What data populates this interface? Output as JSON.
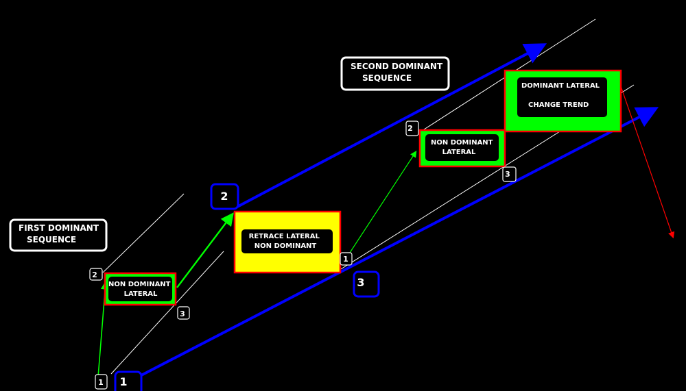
{
  "colors": {
    "background": "#000000",
    "blue": "#0000ff",
    "green": "#00ff00",
    "red": "#ff0000",
    "yellow": "#ffff00",
    "white": "#ffffff"
  },
  "sequences": {
    "first": [
      "FIRST DOMINANT",
      "SEQUENCE"
    ],
    "second": [
      "SECOND DOMINANT",
      "SEQUENCE"
    ]
  },
  "boxes": {
    "non_dominant_1": [
      "NON DOMINANT",
      "LATERAL"
    ],
    "retrace": [
      "RETRACE LATERAL",
      "NON DOMINANT"
    ],
    "non_dominant_2": [
      "NON DOMINANT",
      "LATERAL"
    ],
    "dominant": [
      "DOMINANT LATERAL",
      "CHANGE TREND"
    ]
  },
  "points": {
    "blue_1": "1",
    "blue_2": "2",
    "blue_3": "3",
    "seq1_1": "1",
    "seq1_2": "2",
    "seq1_3": "3",
    "seq2_1": "1",
    "seq2_2": "2",
    "seq2_3": "3"
  }
}
